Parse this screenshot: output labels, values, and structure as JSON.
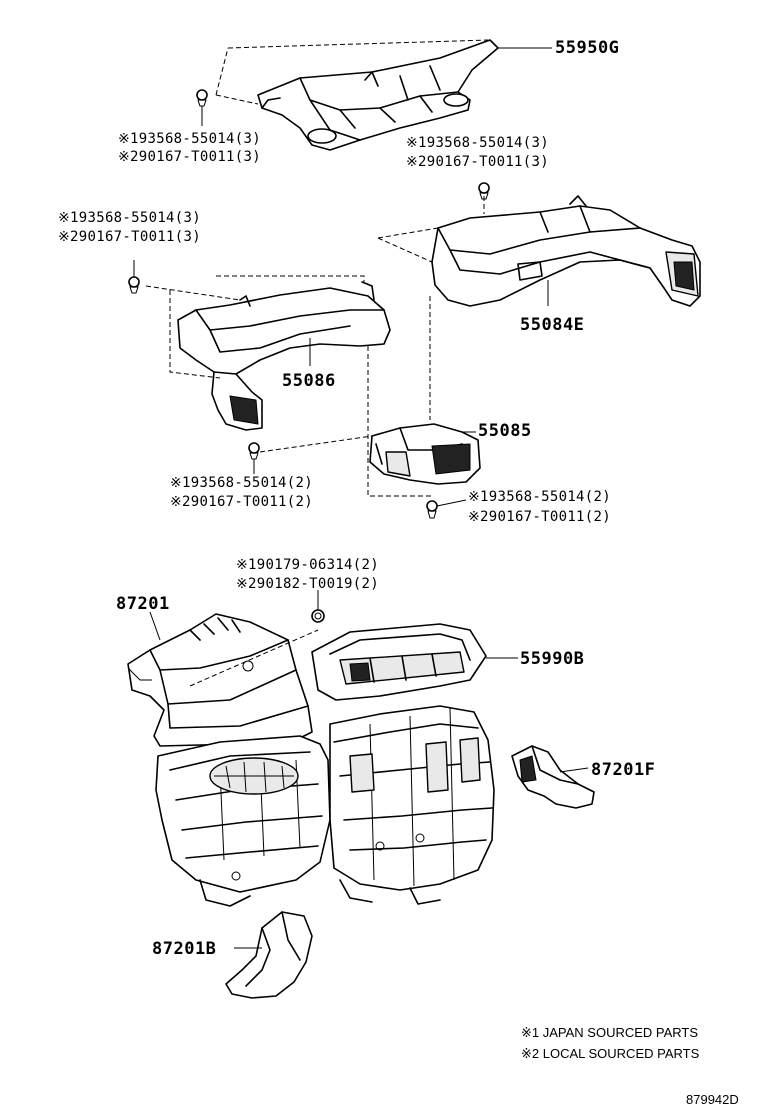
{
  "parts": {
    "p55950G": "55950G",
    "p55084E": "55084E",
    "p55086": "55086",
    "p55085": "55085",
    "p87201": "87201",
    "p55990B": "55990B",
    "p87201F": "87201F",
    "p87201B": "87201B"
  },
  "fasteners": {
    "a1": "※193568-55014(3)",
    "a2": "※290167-T0011(3)",
    "b1": "※193568-55014(3)",
    "b2": "※290167-T0011(3)",
    "c1": "※193568-55014(3)",
    "c2": "※290167-T0011(3)",
    "d1": "※193568-55014(2)",
    "d2": "※290167-T0011(2)",
    "e1": "※193568-55014(2)",
    "e2": "※290167-T0011(2)",
    "f1": "※190179-06314(2)",
    "f2": "※290182-T0019(2)"
  },
  "legend": {
    "line1": "※1 JAPAN SOURCED PARTS",
    "line2": "※2 LOCAL SOURCED PARTS"
  },
  "diagram_id": "879942D"
}
